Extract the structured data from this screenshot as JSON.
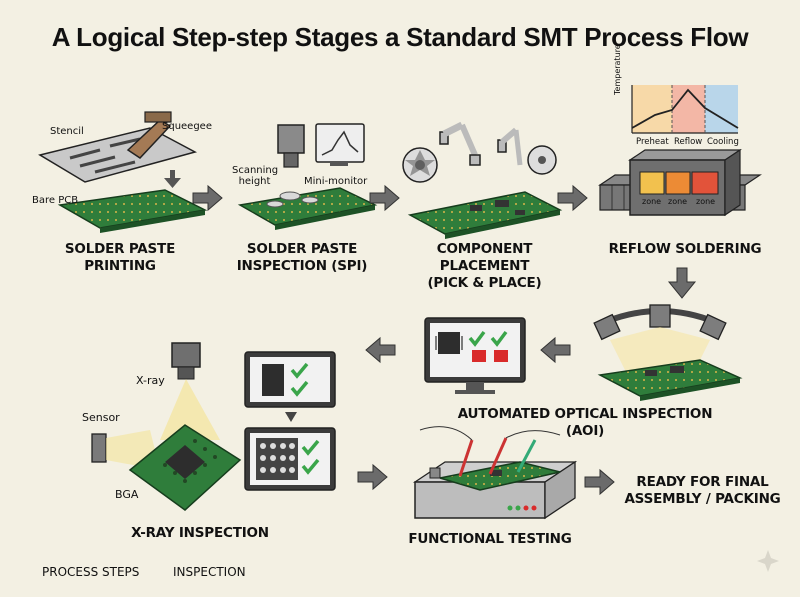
{
  "title": "A Logical Step-step Stages a Standard SMT Process Flow",
  "steps": {
    "solder_paste_printing": {
      "line1": "SOLDER PASTE",
      "line2": "PRINTING"
    },
    "spi": {
      "line1": "SOLDER PASTE",
      "line2": "INSPECTION (SPI)"
    },
    "placement": {
      "line1": "COMPONENT PLACEMENT",
      "line2": "(PICK & PLACE)"
    },
    "reflow": {
      "line1": "REFLOW SOLDERING"
    },
    "aoi": {
      "line1": "AUTOMATED OPTICAL INSPECTION (AOI)"
    },
    "xray": {
      "line1": "X-RAY INSPECTION"
    },
    "functional": {
      "line1": "FUNCTIONAL TESTING"
    },
    "final": {
      "line1": "READY FOR FINAL",
      "line2": "ASSEMBLY / PACKING"
    }
  },
  "annotations": {
    "stencil": "Stencil",
    "squeegee": "Squeegee",
    "bare_pcb": "Bare PCB",
    "scanning_height": "Scanning height",
    "mini_monitor": "Mini-monitor",
    "temperature": "Temperature",
    "preheat": "Preheat",
    "reflow": "Reflow",
    "cooling": "Cooling",
    "zone": "zone",
    "xray": "X-ray",
    "sensor": "Sensor",
    "bga": "BGA"
  },
  "legend": {
    "process_steps": "PROCESS STEPS",
    "inspection": "INSPECTION"
  },
  "colors": {
    "background": "#f3f0e3",
    "pcb_green": "#2f7d3b",
    "arrow_gray": "#6b6b6b",
    "check_green": "#3aa54a",
    "fail_red": "#d92b2b",
    "preheat": "#f7d9a8",
    "reflow_zone": "#f3b7a6",
    "cooling": "#b9d6ea"
  }
}
